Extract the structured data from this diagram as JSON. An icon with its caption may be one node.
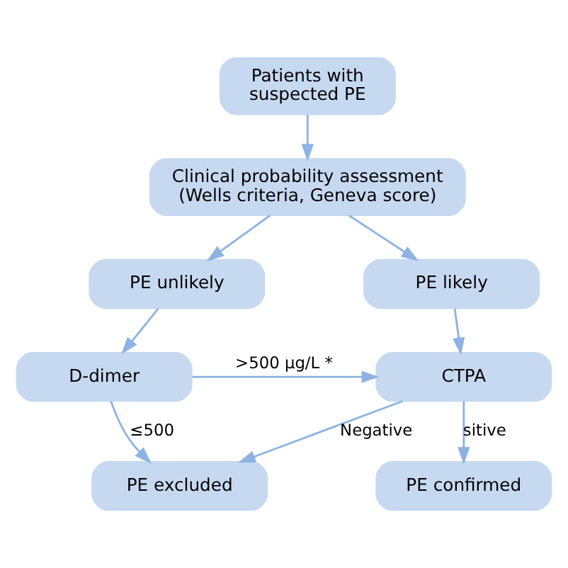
{
  "diagram": {
    "nodes": [
      {
        "text": [
          "Patients with suspected PE"
        ]
      },
      {
        "text": [
          "Clinical probability assessment (Wells criteria, Geneva score)"
        ]
      },
      {
        "text": [
          "PE likely"
        ]
      },
      {
        "text": [
          "PE unlikely"
        ]
      },
      {
        "text": [
          "CTPA"
        ]
      },
      {
        "text": [
          "D-dimer"
        ]
      },
      {
        "text": [
          "PE confirmed"
        ]
      },
      {
        "text": [
          "PE excluded"
        ]
      }
    ],
    "edges": [
      {
        "from": 0,
        "to": 1,
        "arrow": "to"
      },
      {
        "from": 1,
        "to": 2,
        "arrow": "to"
      },
      {
        "from": 1,
        "to": 3,
        "arrow": "to"
      },
      {
        "from": 2,
        "to": 4,
        "arrow": "to"
      },
      {
        "from": 3,
        "to": 5,
        "arrow": "to"
      },
      {
        "from": 5,
        "to": 4,
        "arrow": "to",
        "label": ">500 μg/L *"
      },
      {
        "from": 4,
        "to": 6,
        "arrow": "to",
        "label": "sitive"
      },
      {
        "from": 4,
        "to": 7,
        "arrow": "to",
        "label": "Negative"
      },
      {
        "from": 5,
        "to": 7,
        "arrow": "to",
        "label": "≤500"
      }
    ]
  }
}
